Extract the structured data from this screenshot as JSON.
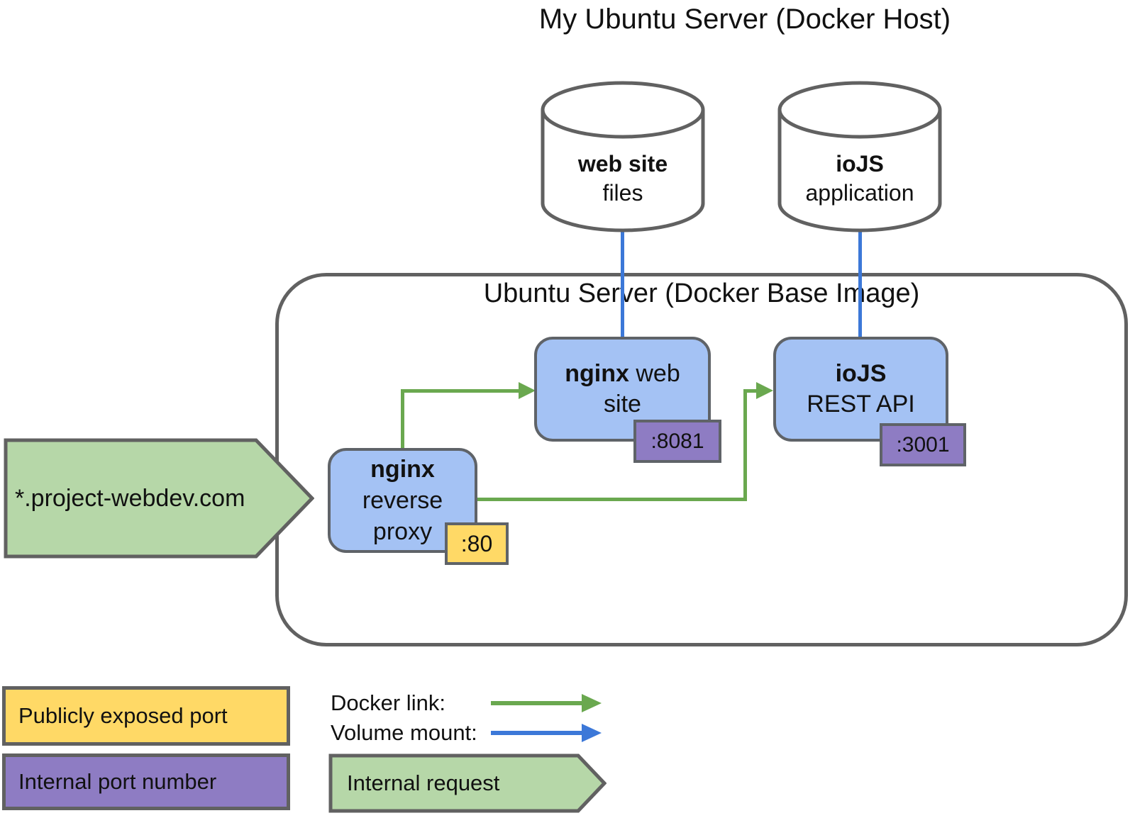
{
  "page": {
    "title": "My Ubuntu Server (Docker Host)"
  },
  "host": {
    "volumes": [
      {
        "name_bold": "web site",
        "name_rest": "files"
      },
      {
        "name_bold": "ioJS",
        "name_rest": "application"
      }
    ],
    "container": {
      "label": "Ubuntu Server (Docker Base Image)",
      "nodes": {
        "web": {
          "title_bold": "nginx",
          "title_rest": " web",
          "title_line2": "site",
          "port": ":8081"
        },
        "api": {
          "title_bold": "ioJS",
          "title_line2": "REST API",
          "port": ":3001"
        },
        "proxy": {
          "title_bold": "nginx",
          "title_line2": "reverse",
          "title_line3": "proxy",
          "port": ":80"
        }
      }
    }
  },
  "external": {
    "label": "*.project-webdev.com"
  },
  "legend": {
    "public_port": "Publicly exposed port",
    "internal_port": "Internal port number",
    "docker_link": "Docker link:",
    "volume_mount": "Volume mount:",
    "internal_request": "Internal request"
  },
  "colors": {
    "node_fill": "#a4c2f4",
    "internal_port_fill": "#8e7cc3",
    "public_port_fill": "#ffd966",
    "request_fill": "#b6d7a8",
    "docker_link_arrow": "#6aa84f",
    "volume_mount_arrow": "#3c78d8",
    "outline": "#616161"
  }
}
